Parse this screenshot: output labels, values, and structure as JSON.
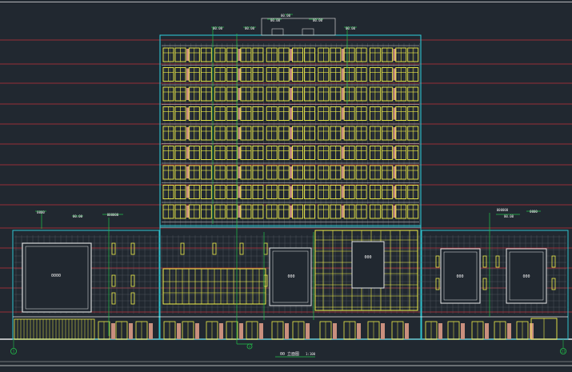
{
  "colors": {
    "background": "#212830",
    "facade_outline": "#2fc3cf",
    "window": "#f2f04a",
    "window_grid": "#d8d8d8",
    "brick_panel": "#c98f7e",
    "level_line": "#c0303a",
    "dimension": "#22c04a",
    "border": "#e6e6e6",
    "label": "#f4f4f4"
  },
  "labels": {
    "top_mark": "00.00",
    "roof_mark_left": "00.00",
    "roof_mark_right": "00.00",
    "tower_tag_1": "00.00",
    "tower_tag_2": "00.00",
    "tower_tag_3": "00.00",
    "left_wing_tag": "0000",
    "left_wing_tag_2": "00.00",
    "left_wing_note": "000000",
    "right_wing_tag": "0000",
    "right_wing_tag_2": "00.00",
    "right_wing_note": "000000",
    "left_panel_text": "0000",
    "center_panel_text": "000",
    "right_panel_1_text": "000",
    "right_panel_2_text": "000",
    "upper_panel_text": "000",
    "axis_left": "1",
    "axis_right": "11",
    "axis_mid": "3",
    "drawing_title": "00 立面图",
    "drawing_scale": "1:100"
  },
  "icons": {
    "axis_marker": "circle-axis-icon",
    "level_mark": "elevation-triangle-icon"
  }
}
